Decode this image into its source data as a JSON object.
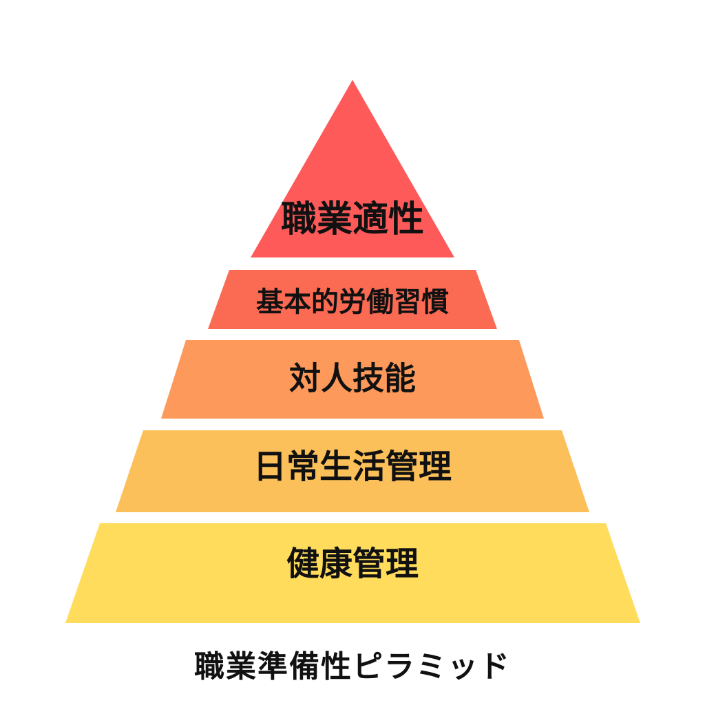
{
  "pyramid": {
    "levels": [
      {
        "label": "職業適性",
        "color": "#ff5a5a"
      },
      {
        "label": "基本的労働習慣",
        "color": "#fb6a52"
      },
      {
        "label": "対人技能",
        "color": "#fd9a5b"
      },
      {
        "label": "日常生活管理",
        "color": "#fcc05a"
      },
      {
        "label": "健康管理",
        "color": "#ffdc5c"
      }
    ]
  },
  "caption": "職業準備性ピラミッド"
}
